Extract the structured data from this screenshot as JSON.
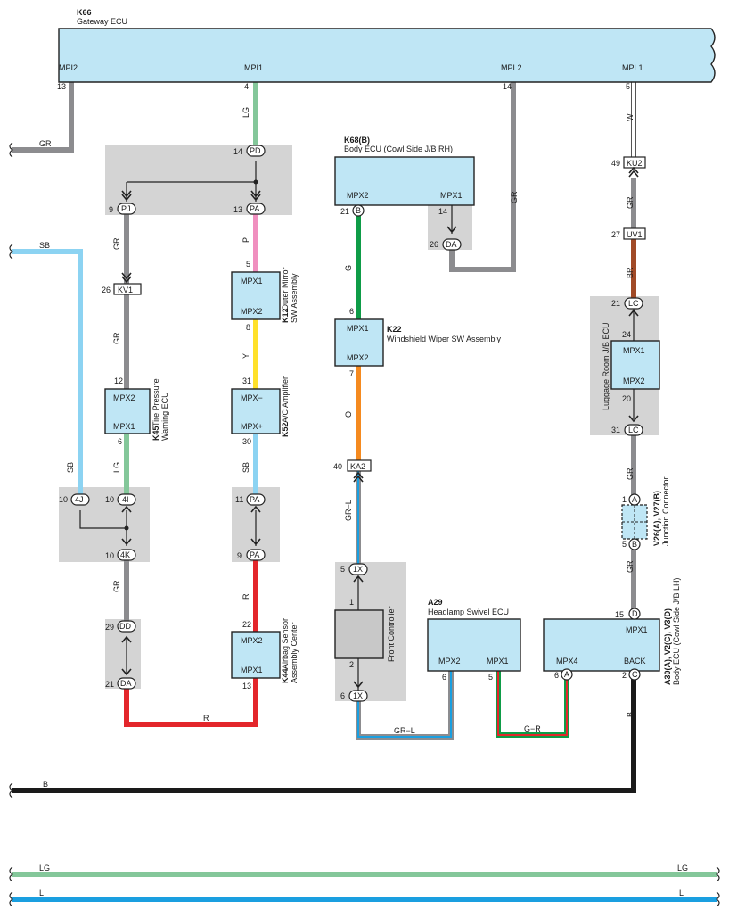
{
  "colors": {
    "GR": "#8c8c8f",
    "LG": "#84c79a",
    "SB": "#8cd3f2",
    "P": "#f08fbf",
    "Y": "#ffe12a",
    "R": "#e3262b",
    "G": "#0e9c47",
    "O": "#f58a1f",
    "BR": "#a14a27",
    "B": "#1a1a1a",
    "L": "#1a9fe0",
    "W": "#ffffff",
    "ecu_fill": "#bfe6f5",
    "shade": "#d4d4d4"
  },
  "gateway": {
    "code": "K66",
    "name": "Gateway ECU",
    "pins": [
      "MPI2",
      "MPI1",
      "MPL2",
      "MPL1"
    ]
  },
  "components": {
    "k68": {
      "code": "K68(B)",
      "name": "Body ECU (Cowl Side J/B RH)",
      "p1": "MPX2",
      "p2": "MPX1"
    },
    "k12": {
      "code": "K12",
      "name1": "Outer Mirror",
      "name2": "SW Assembly",
      "p1": "MPX1",
      "p2": "MPX2"
    },
    "k22": {
      "code": "K22",
      "name": "Windshield Wiper SW Assembly",
      "p1": "MPX1",
      "p2": "MPX2"
    },
    "k45": {
      "code": "K45",
      "name1": "Tire Pressure",
      "name2": "Warning ECU",
      "p1": "MPX2",
      "p2": "MPX1"
    },
    "k52": {
      "code": "K52",
      "name": "A/C Amplifier",
      "p1": "MPX−",
      "p2": "MPX+"
    },
    "k44": {
      "code": "K44",
      "name1": "Airbag Sensor",
      "name2": "Assembly Center",
      "p1": "MPX2",
      "p2": "MPX1"
    },
    "a29": {
      "code": "A29",
      "name": "Headlamp Swivel ECU",
      "p1": "MPX2",
      "p2": "MPX1"
    },
    "a30": {
      "code": "A30(A), V2(C), V3(D)",
      "name": "Body ECU (Cowl Side J/B LH)",
      "p1": "MPX1",
      "p2": "MPX4",
      "p3": "BACK"
    },
    "lugg": {
      "name": "Luggage Room J/B ECU",
      "p1": "MPX1",
      "p2": "MPX2"
    },
    "front": {
      "name": "Front Controller"
    },
    "jc": {
      "code": "V26(A), V27(B)",
      "name": "Junction Connector"
    }
  },
  "connectors": {
    "PD": "PD",
    "PJ": "PJ",
    "PA": "PA",
    "KV1": "KV1",
    "KU2": "KU2",
    "UV1": "UV1",
    "B": "B",
    "DA": "DA",
    "KA2": "KA2",
    "LC": "LC",
    "4J": "4J",
    "4I": "4I",
    "4K": "4K",
    "1X": "1X",
    "DD": "DD",
    "A": "A",
    "C": "C",
    "D": "D"
  },
  "pins": {
    "n13": "13",
    "n4": "4",
    "n14": "14",
    "n5": "5",
    "n9": "9",
    "n26": "26",
    "n12": "12",
    "n6": "6",
    "n10": "10",
    "n8": "8",
    "n31": "31",
    "n30": "30",
    "n11": "11",
    "n22": "22",
    "n21": "21",
    "n49": "49",
    "n27": "27",
    "n24": "24",
    "n20": "20",
    "n40": "40",
    "n1": "1",
    "n2": "2",
    "n7": "7",
    "n15": "15"
  },
  "wires": {
    "GR": "GR",
    "LG": "LG",
    "SB": "SB",
    "P": "P",
    "Y": "Y",
    "R": "R",
    "G": "G",
    "O": "O",
    "BR": "BR",
    "W": "W",
    "B": "B",
    "L": "L",
    "GRL": "GR−L",
    "GR_R": "G−R"
  }
}
